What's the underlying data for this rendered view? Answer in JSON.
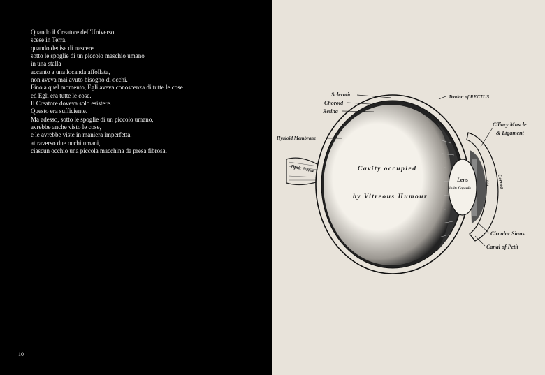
{
  "poem": {
    "lines": [
      "Quando il Creatore dell'Universo",
      "scese in Terra,",
      "quando decise di nascere",
      "sotto le spoglie di un piccolo maschio umano",
      "in una stalla",
      "accanto a una locanda affollata,",
      "non aveva mai avuto bisogno di occhi.",
      "Fino a quel momento, Egli aveva conoscenza di tutte le cose",
      "ed Egli era tutte le cose.",
      "Il Creatore doveva solo esistere.",
      "Questo era sufficiente.",
      "Ma adesso, sotto le spoglie di un piccolo umano,",
      "avrebbe anche visto le cose,",
      "e le avrebbe viste in maniera imperfetta,",
      "attraverso due occhi umani,",
      "ciascun occhio una piccola macchina da presa fibrosa."
    ]
  },
  "page_number": "10",
  "illustration": {
    "labels": {
      "sclerotic": "Sclerotic",
      "choroid": "Choroid",
      "retina": "Retina",
      "tendon": "Tendon of RECTUS",
      "ciliary1": "Ciliary Muscle",
      "ciliary2": "& Ligament",
      "hyaloid": "Hyaloid Membrane",
      "optic": "Optic Nerve",
      "cavity1": "Cavity   occupied",
      "cavity2": "by Vitreous Humour",
      "lens1": "Lens",
      "lens2": "in its Capsule",
      "cornea": "Cornea",
      "iris": "Iris",
      "sinus": "Circular Sinus",
      "petit": "Canal of Petit"
    }
  }
}
